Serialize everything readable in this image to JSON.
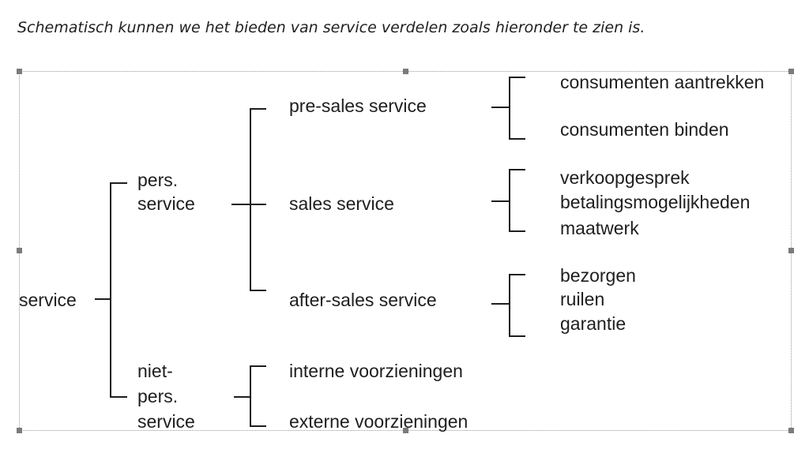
{
  "caption": "Schematisch kunnen we het bieden van service verdelen zoals hieronder te zien is.",
  "diagram": {
    "root": "service",
    "pers_line1": "pers.",
    "pers_line2": "service",
    "nietpers_line1": "niet-",
    "nietpers_line2": "pers.",
    "nietpers_line3": "service",
    "presales": "pre-sales service",
    "sales": "sales service",
    "aftersales": "after-sales service",
    "interne": "interne voorzieningen",
    "externe": "externe voorzieningen",
    "presales_items": [
      "consumenten aantrekken",
      "consumenten binden"
    ],
    "sales_items": [
      "verkoopgesprek",
      "betalingsmogelijkheden",
      "maatwerk"
    ],
    "aftersales_items": [
      "bezorgen",
      "ruilen",
      "garantie"
    ]
  }
}
